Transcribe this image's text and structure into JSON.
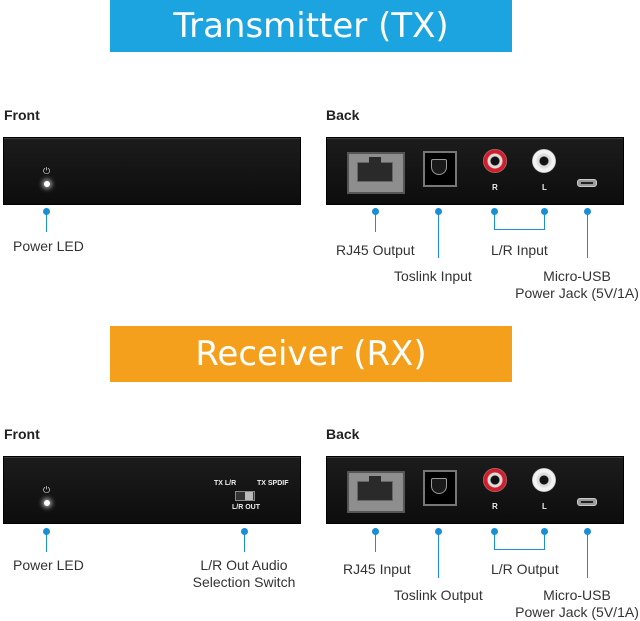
{
  "transmitter": {
    "title": "Transmitter (TX)",
    "front_label": "Front",
    "back_label": "Back",
    "power_led": "Power LED",
    "rj45": "RJ45 Output",
    "toslink": "Toslink Input",
    "lr": "L/R Input",
    "usb_line1": "Micro-USB",
    "usb_line2": "Power Jack (5V/1A)",
    "r": "R",
    "l": "L"
  },
  "receiver": {
    "title": "Receiver (RX)",
    "front_label": "Front",
    "back_label": "Back",
    "power_led": "Power LED",
    "switch_line1": "L/R Out Audio",
    "switch_line2": "Selection Switch",
    "switch_tx_lr": "TX L/R",
    "switch_tx_spdif": "TX SPDIF",
    "switch_lr_out": "L/R OUT",
    "rj45": "RJ45 Input",
    "toslink": "Toslink Output",
    "lr": "L/R Output",
    "usb_line1": "Micro-USB",
    "usb_line2": "Power Jack (5V/1A)",
    "r": "R",
    "l": "L"
  },
  "colors": {
    "tx_banner": "#1ca4e0",
    "rx_banner": "#f4a01c",
    "callout": "#1a8fd6"
  }
}
